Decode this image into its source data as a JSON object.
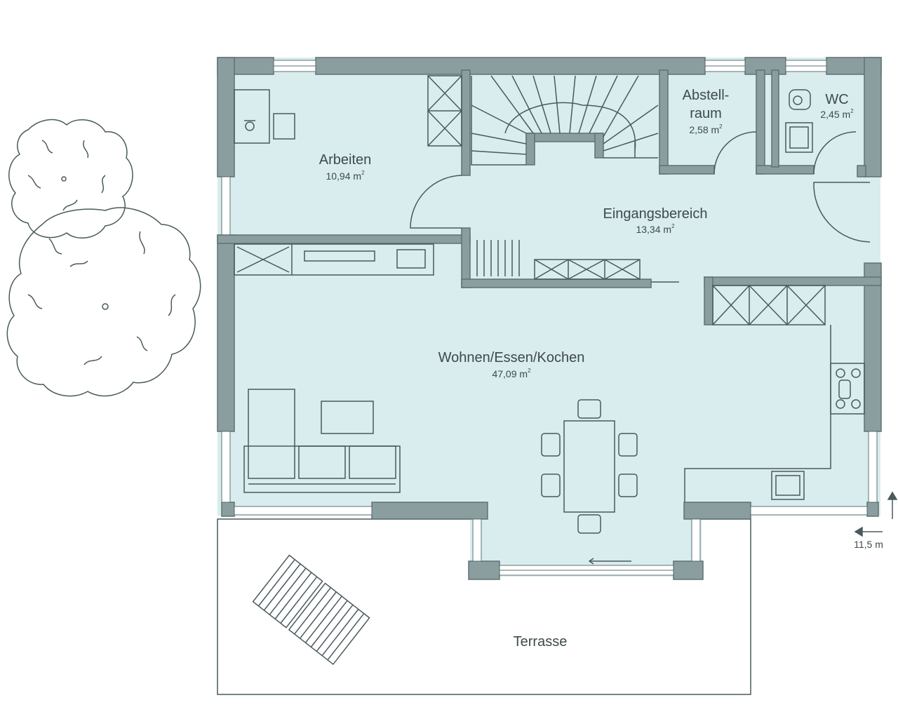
{
  "colors": {
    "wall": "#8a9e9f",
    "wall_stroke": "#5f7273",
    "floor": "#d9ecee",
    "line": "#4a5a5c",
    "text": "#3e4a4b",
    "background": "#ffffff"
  },
  "rooms": {
    "arbeiten": {
      "name": "Arbeiten",
      "area": "10,94 m",
      "unit_sup": "2"
    },
    "abstellraum": {
      "name_line1": "Abstell-",
      "name_line2": "raum",
      "area": "2,58 m",
      "unit_sup": "2"
    },
    "wc": {
      "name": "WC",
      "area": "2,45 m",
      "unit_sup": "2"
    },
    "eingang": {
      "name": "Eingangsbereich",
      "area": "13,34 m",
      "unit_sup": "2"
    },
    "wohnen": {
      "name": "Wohnen/Essen/Kochen",
      "area": "47,09 m",
      "unit_sup": "2"
    },
    "terrasse": {
      "name": "Terrasse"
    }
  },
  "dimension": {
    "label": "11,5 m"
  },
  "icons": {
    "tree": "tree-icon",
    "north_arrow": "north-arrow-icon"
  }
}
